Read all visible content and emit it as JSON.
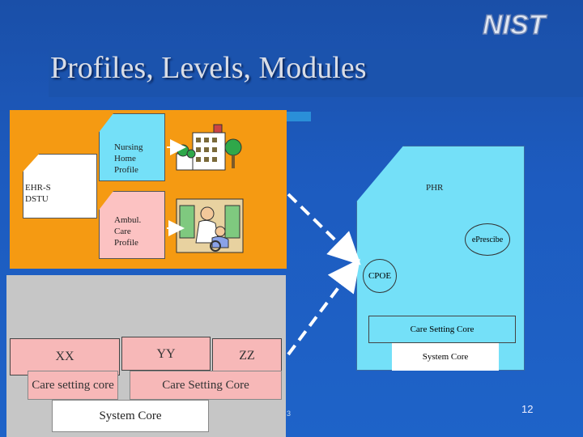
{
  "slide": {
    "title": "Profiles, Levels, Modules",
    "logo_text": "NIST",
    "slide_number": "12",
    "slide_number_small": "3"
  },
  "left_panel": {
    "ehrs_label": "EHR-S\nDSTU",
    "nursing_label": "Nursing\nHome\nProfile",
    "ambul_label": "Ambul.\nCare\nProfile",
    "nursing_icon": "nursing-home-building-icon",
    "ambul_icon": "ambulatory-care-clinic-icon"
  },
  "right_doc": {
    "phr_label": "PHR",
    "eprescribe_label": "ePrescibe",
    "cpoe_label": "CPOE",
    "care_setting_core": "Care Setting Core",
    "system_core": "System Core"
  },
  "bottom_left": {
    "xx": "XX",
    "yy": "YY",
    "zz": "ZZ",
    "care_setting_core_left": "Care setting core",
    "care_setting_core_mid": "Care Setting Core",
    "system_core": "System Core"
  },
  "colors": {
    "background": "#1d5bbf",
    "orange": "#f59a12",
    "cyan": "#74e0f8",
    "pink": "#f7b8b8",
    "gray": "#c6c6c6"
  }
}
